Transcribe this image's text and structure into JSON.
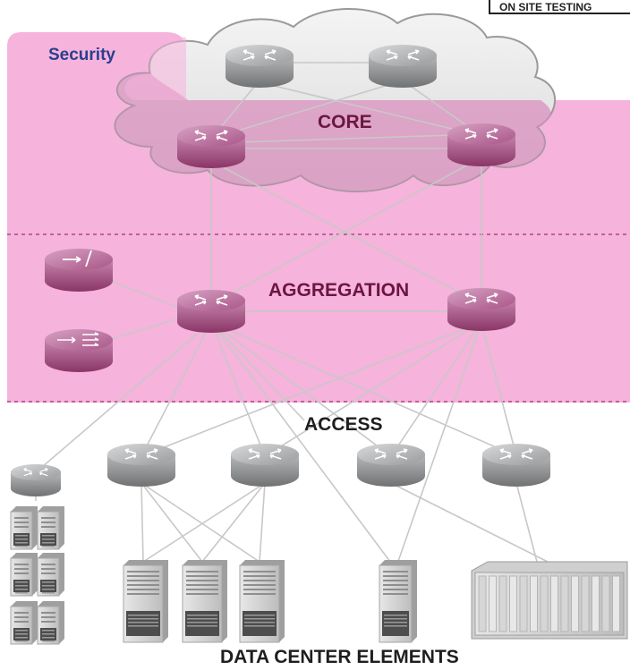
{
  "badge": "ON SITE TESTING",
  "labels": {
    "security": "Security",
    "core": "CORE",
    "aggregation": "AGGREGATION",
    "access": "ACCESS",
    "caption": "DATA CENTER ELEMENTS"
  },
  "colors": {
    "security_zone": "#f6b3dc",
    "band": "#f6b3dc",
    "core_router": "#9c3f76",
    "access_router": "#888a8c",
    "label_dark": "#6b1640",
    "security_text": "#2a3f8e",
    "link": "#c8c8c8"
  },
  "icons": {
    "core_router": "router-icon",
    "aggregation_router": "router-icon",
    "firewall": "firewall-icon",
    "load_balancer": "load-balancer-icon",
    "access_router": "router-icon",
    "server": "server-icon",
    "blade_chassis": "blade-chassis-icon"
  }
}
